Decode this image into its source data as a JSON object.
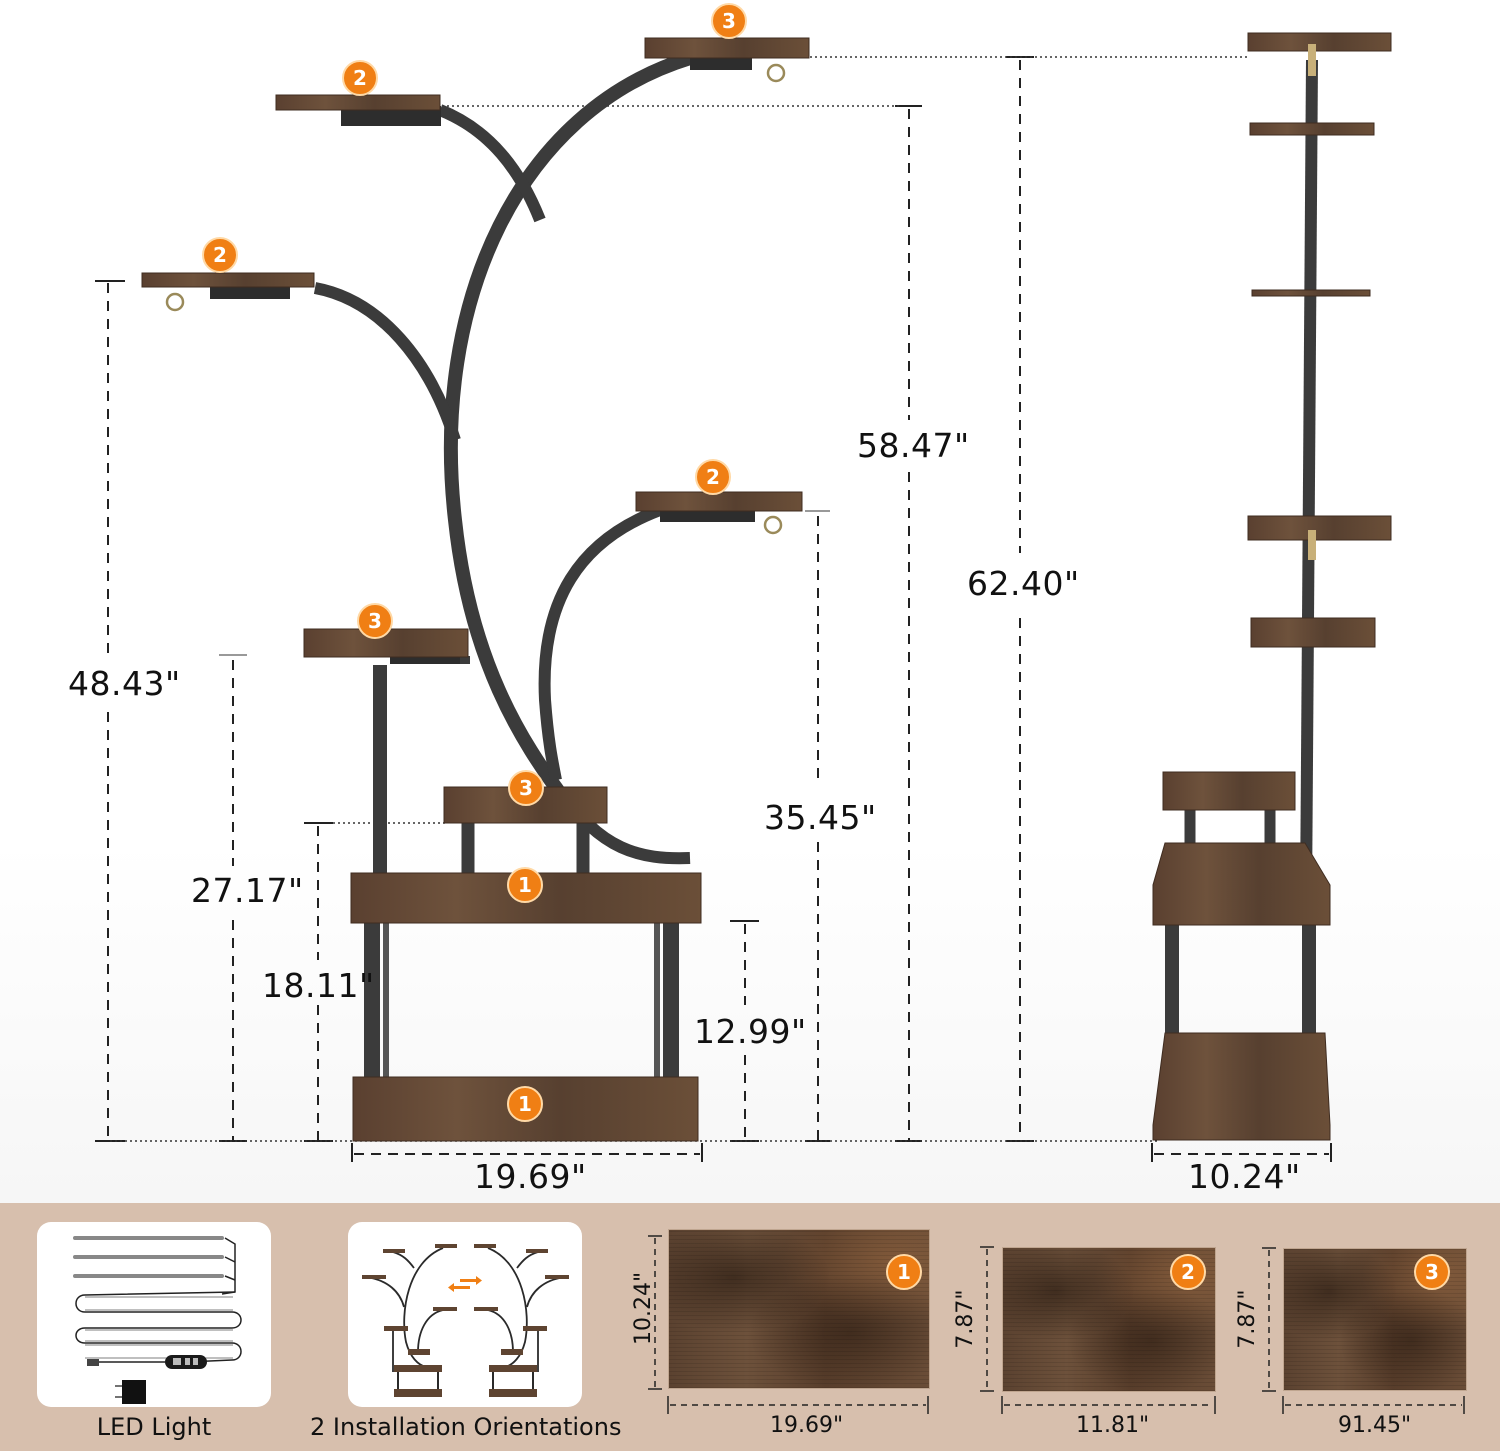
{
  "front_view": {
    "dimensions": {
      "overall_height": "62.40\"",
      "top_left_branch_height": "58.47\"",
      "left_branch_height": "48.43\"",
      "right_branch_height": "35.45\"",
      "left_tier_height": "27.17\"",
      "middle_tier_height": "18.11\"",
      "base_tier_height": "12.99\"",
      "width": "19.69\""
    },
    "shelf_badges": [
      {
        "id": "top-right",
        "number": "3"
      },
      {
        "id": "upper-left",
        "number": "2"
      },
      {
        "id": "left",
        "number": "2"
      },
      {
        "id": "right",
        "number": "2"
      },
      {
        "id": "lower-left",
        "number": "3"
      },
      {
        "id": "small-middle",
        "number": "3"
      },
      {
        "id": "middle-base",
        "number": "1"
      },
      {
        "id": "bottom-base",
        "number": "1"
      }
    ]
  },
  "side_view": {
    "width": "10.24\""
  },
  "features": {
    "led_light": {
      "caption": "LED Light"
    },
    "orientations": {
      "caption": "2 Installation Orientations"
    }
  },
  "shelf_sizes": [
    {
      "badge": "1",
      "width": "19.69\"",
      "depth": "10.24\""
    },
    {
      "badge": "2",
      "width": "11.81\"",
      "depth": "7.87\""
    },
    {
      "badge": "3",
      "width": "91.45\"",
      "depth": "7.87\""
    }
  ],
  "colors": {
    "badge_orange": "#f07f14",
    "frame_black": "#3a3a3a",
    "wood_brown": "#5e4431",
    "bottom_band": "#d7bfad"
  }
}
